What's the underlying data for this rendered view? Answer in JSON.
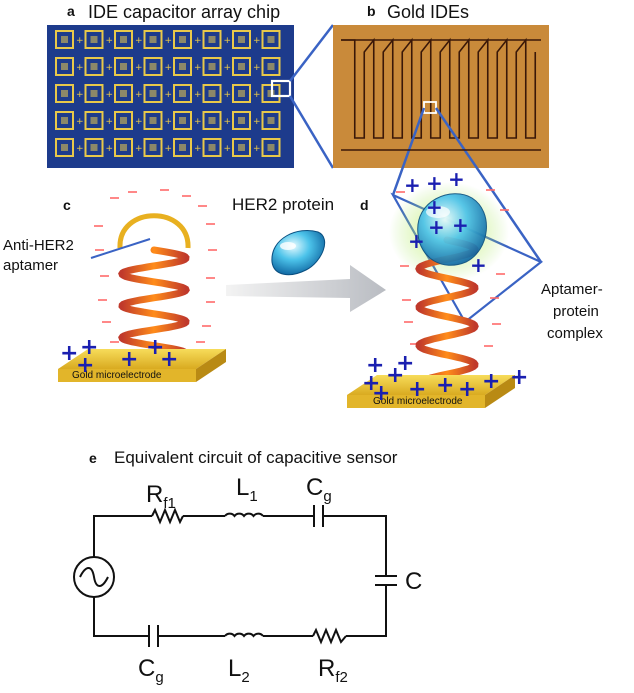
{
  "panels": {
    "a": {
      "letter": "a",
      "title": "IDE capacitor array chip"
    },
    "b": {
      "letter": "b",
      "title": "Gold IDEs"
    },
    "c": {
      "letter": "c",
      "aptamer_label_line1": "Anti-HER2",
      "aptamer_label_line2": "aptamer",
      "electrode_label": "Gold microelectrode"
    },
    "protein_label": "HER2 protein",
    "d": {
      "letter": "d",
      "complex_label_line1": "Aptamer-",
      "complex_label_line2": "protein",
      "complex_label_line3": "complex",
      "electrode_label": "Gold microelectrode"
    },
    "e": {
      "letter": "e",
      "title": "Equivalent circuit of capacitive sensor"
    }
  },
  "circuit": {
    "rf1_main": "R",
    "rf1_sub": "f1",
    "l1_main": "L",
    "l1_sub": "1",
    "cg_top_main": "C",
    "cg_top_sub": "g",
    "c_right": "C",
    "cg_bottom_main": "C",
    "cg_bottom_sub": "g",
    "l2_main": "L",
    "l2_sub": "2",
    "rf2_main": "R",
    "rf2_sub": "f2"
  },
  "colors": {
    "chip_blue": "#1d3b8c",
    "gold": "#e8c84a",
    "ide_orange": "#e08a2e",
    "plus_blue": "#1a1fb0",
    "minus_red": "#ff6b6b",
    "protein_cyan": "#4cc3ea"
  }
}
